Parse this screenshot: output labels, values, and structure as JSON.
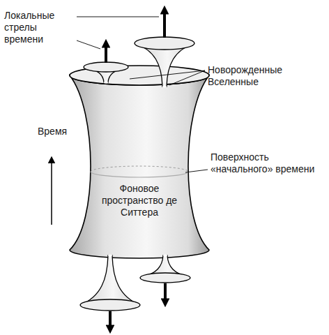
{
  "diagram": {
    "nodes": [
      {
        "text": [
          "Фоновое пространство де Ситтера"
        ]
      }
    ],
    "labels": [
      "Локальные стрелы времени",
      "Новорожденные Вселенные",
      "Время",
      "Поверхность «начального» времени"
    ]
  }
}
